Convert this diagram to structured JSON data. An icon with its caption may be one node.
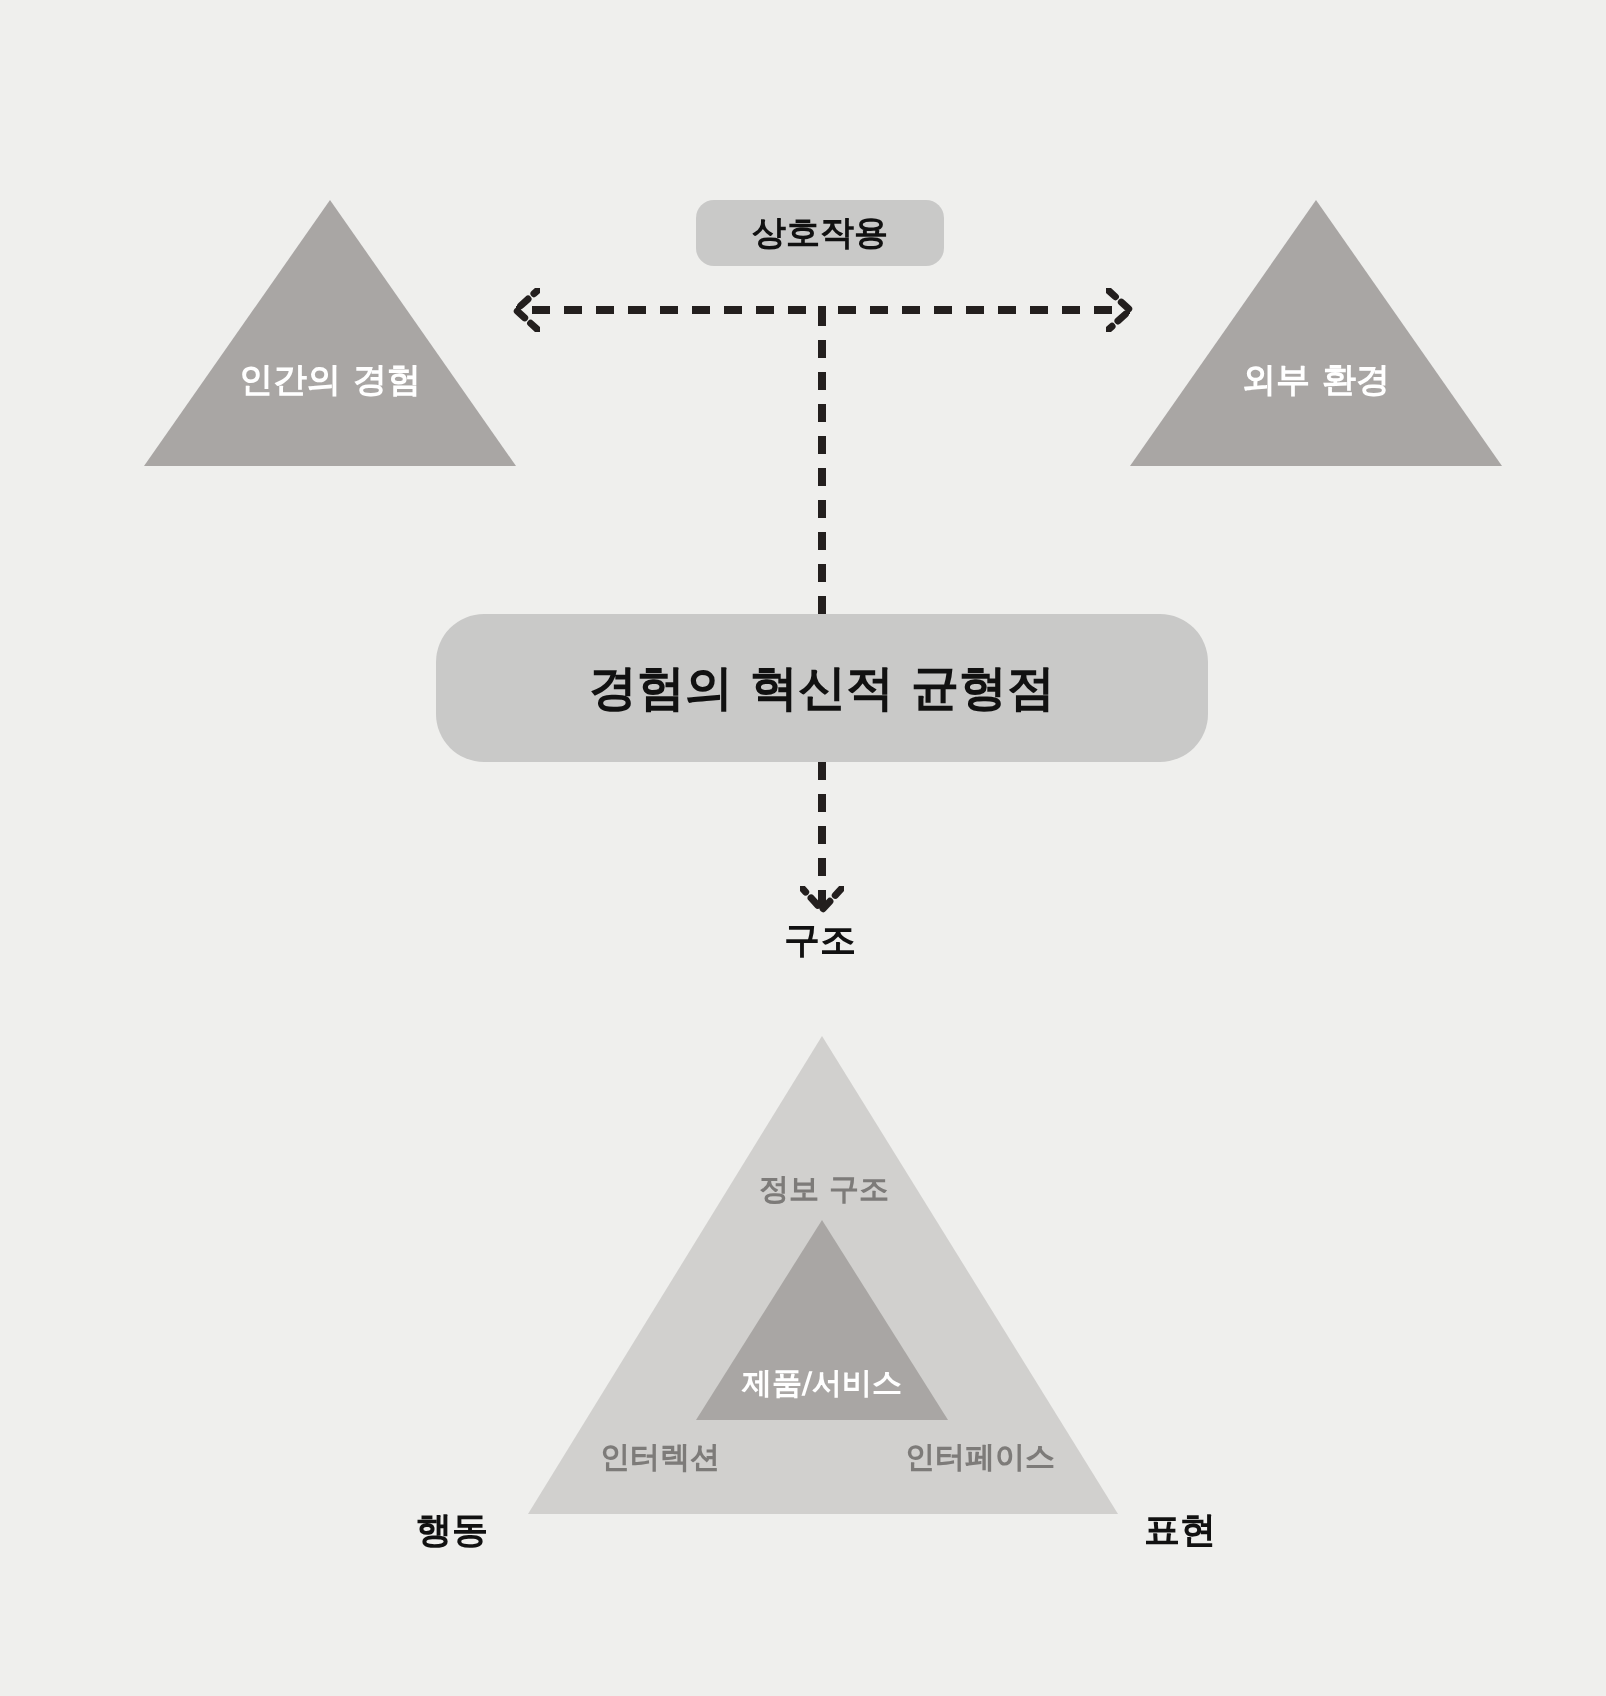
{
  "diagram": {
    "nodes": [
      {
        "text": [
          "인간의 경험"
        ]
      },
      {
        "text": [
          "상호작용"
        ]
      },
      {
        "text": [
          "외부 환경"
        ]
      },
      {
        "text": [
          "경험의 혁신적 균형점"
        ]
      },
      {
        "text": [
          "정보 구조",
          "인터렉션",
          "인터페이스"
        ],
        "beside": [
          "구조",
          "행동",
          "표현"
        ]
      },
      {
        "text": [
          "제품/서비스"
        ],
        "in": 4
      }
    ],
    "edges": [
      {
        "from": 3,
        "to": 0,
        "arrow": "to"
      },
      {
        "from": 3,
        "to": 2,
        "arrow": "to"
      },
      {
        "from": 3,
        "to": 4,
        "arrow": "to"
      }
    ]
  }
}
